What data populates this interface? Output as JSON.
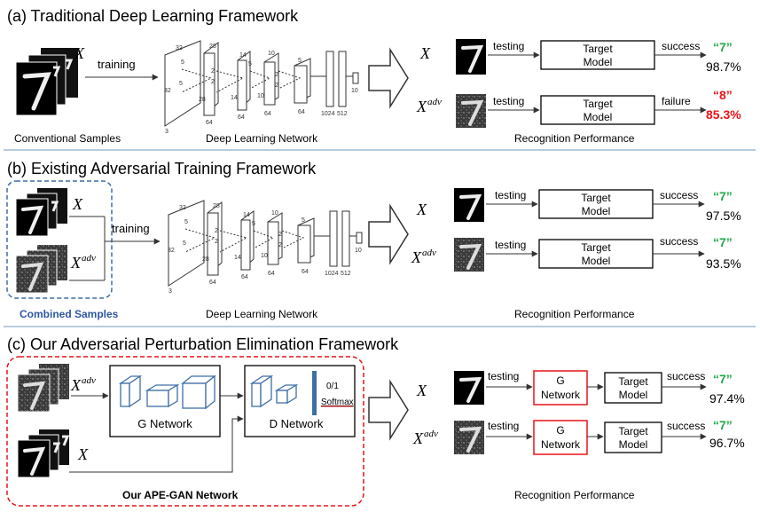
{
  "panels": {
    "a": {
      "title": "(a) Traditional Deep Learning Framework",
      "input_var": "X",
      "train_label": "training",
      "cap_samples": "Conventional Samples",
      "cap_network": "Deep Learning Network",
      "cap_perf": "Recognition Performance",
      "rows": [
        {
          "var": "X",
          "test": "testing",
          "model": [
            "Target",
            "Model"
          ],
          "outcome": "success",
          "pred": "“7”",
          "acc": "98.7%",
          "pred_color": "#21a84a",
          "acc_color": "#000000"
        },
        {
          "var": "X",
          "sup": "adv",
          "test": "testing",
          "model": [
            "Target",
            "Model"
          ],
          "outcome": "failure",
          "pred": "“8”",
          "acc": "85.3%",
          "pred_color": "#e8141a",
          "acc_color": "#e8141a"
        }
      ]
    },
    "b": {
      "title": "(b) Existing  Adversarial Training Framework",
      "var_clean": "X",
      "var_adv": "X",
      "var_adv_sup": "adv",
      "train_label": "training",
      "cap_samples": "Combined Samples",
      "cap_network": "Deep Learning Network",
      "cap_perf": "Recognition Performance",
      "rows": [
        {
          "var": "X",
          "test": "testing",
          "model": [
            "Target",
            "Model"
          ],
          "outcome": "success",
          "pred": "“7”",
          "acc": "97.5%",
          "pred_color": "#21a84a"
        },
        {
          "var": "X",
          "sup": "adv",
          "test": "testing",
          "model": [
            "Target",
            "Model"
          ],
          "outcome": "success",
          "pred": "“7”",
          "acc": "93.5%",
          "pred_color": "#21a84a"
        }
      ]
    },
    "c": {
      "title": "(c) Our  Adversarial Perturbation Elimination Framework",
      "var_adv": "X",
      "var_adv_sup": "adv",
      "var_clean": "X",
      "g_label": "G  Network",
      "d_label": "D  Network",
      "d_out_top": "0/1",
      "d_out_bottom": "Softmax",
      "cap_gan": "Our APE-GAN Network",
      "cap_perf": "Recognition Performance",
      "rows": [
        {
          "var": "X",
          "test": "testing",
          "g": [
            "G",
            "Network"
          ],
          "model": [
            "Target",
            "Model"
          ],
          "outcome": "success",
          "pred": "“7”",
          "acc": "97.4%",
          "pred_color": "#21a84a"
        },
        {
          "var": "X",
          "sup": "adv",
          "test": "testing",
          "g": [
            "G",
            "Network"
          ],
          "model": [
            "Target",
            "Model"
          ],
          "outcome": "success",
          "pred": "“7”",
          "acc": "96.7%",
          "pred_color": "#21a84a"
        }
      ]
    }
  },
  "cnn_dims": {
    "d32": "32",
    "d28": "28",
    "d5": "5",
    "d2": "2",
    "d14": "14",
    "d10": "10",
    "d64": "64",
    "d3": "3",
    "d1024": "1024",
    "d512": "512"
  },
  "colors": {
    "separator": "#9fbad6",
    "dashed_blue": "#3d6fa6",
    "dashed_red": "#e8141a",
    "caption_blue": "#2e57a0",
    "box_3d": "#3d6fa6",
    "softmax_bar": "#3d6fa6"
  }
}
